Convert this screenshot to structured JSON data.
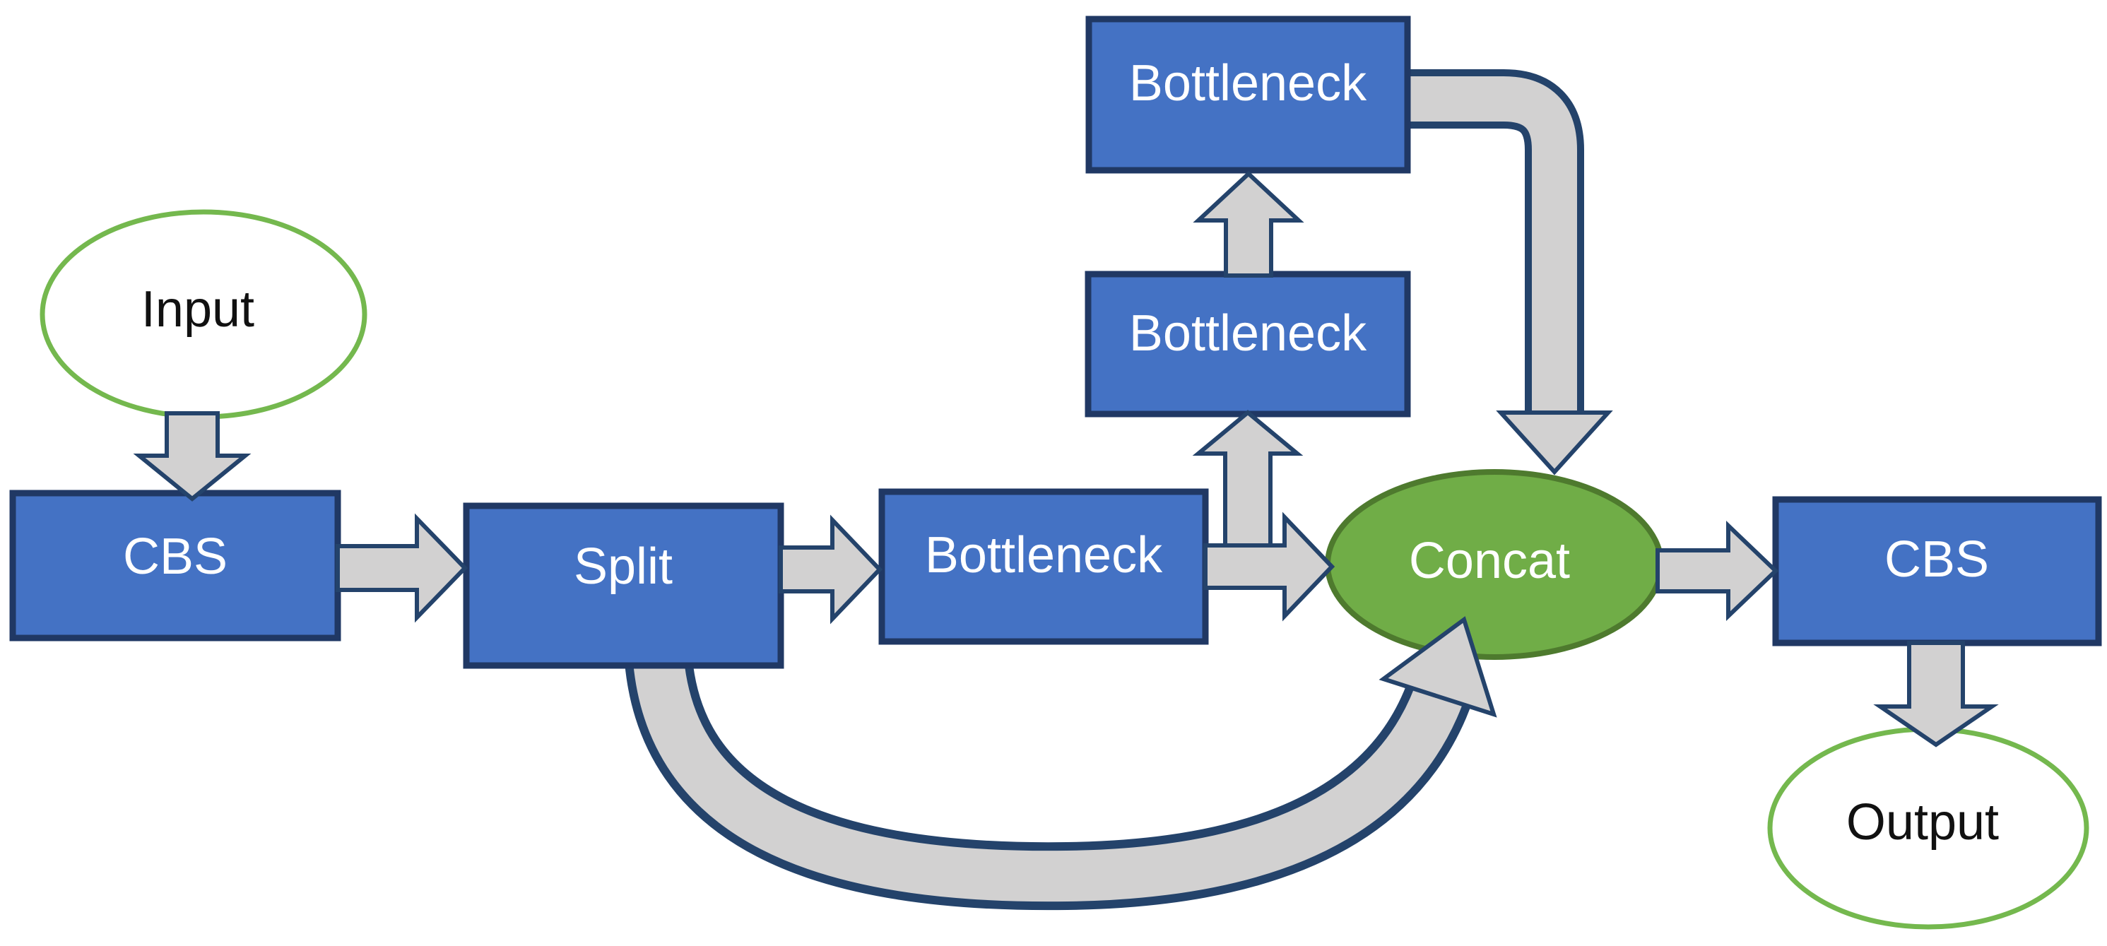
{
  "nodes": [
    {
      "id": "input",
      "label": "Input",
      "shape": "ellipse",
      "fill": "#FFFFFF",
      "border": "#74B84E"
    },
    {
      "id": "cbs-1",
      "label": "CBS",
      "shape": "rect",
      "fill": "#4472C4",
      "border": "#203864"
    },
    {
      "id": "split",
      "label": "Split",
      "shape": "rect",
      "fill": "#4472C4",
      "border": "#203864"
    },
    {
      "id": "bottleneck-main",
      "label": "Bottleneck",
      "shape": "rect",
      "fill": "#4472C4",
      "border": "#203864"
    },
    {
      "id": "bottleneck-2",
      "label": "Bottleneck",
      "shape": "rect",
      "fill": "#4472C4",
      "border": "#203864"
    },
    {
      "id": "bottleneck-top",
      "label": "Bottleneck",
      "shape": "rect",
      "fill": "#4472C4",
      "border": "#203864"
    },
    {
      "id": "concat",
      "label": "Concat",
      "shape": "ellipse",
      "fill": "#70AD47",
      "border": "#4E7A2E"
    },
    {
      "id": "cbs-2",
      "label": "CBS",
      "shape": "rect",
      "fill": "#4472C4",
      "border": "#203864"
    },
    {
      "id": "output",
      "label": "Output",
      "shape": "ellipse",
      "fill": "#FFFFFF",
      "border": "#74B84E"
    }
  ],
  "edges": [
    {
      "from": "input",
      "to": "cbs-1",
      "style": "block-arrow-down"
    },
    {
      "from": "cbs-1",
      "to": "split",
      "style": "block-arrow-right"
    },
    {
      "from": "split",
      "to": "bottleneck-main",
      "style": "block-arrow-right"
    },
    {
      "from": "split",
      "to": "concat",
      "style": "curved-band-arrow"
    },
    {
      "from": "bottleneck-main",
      "to": "concat",
      "style": "block-arrow-right"
    },
    {
      "from": "bottleneck-main",
      "to": "bottleneck-2",
      "style": "block-arrow-up"
    },
    {
      "from": "bottleneck-2",
      "to": "bottleneck-top",
      "style": "block-arrow-up"
    },
    {
      "from": "bottleneck-top",
      "to": "concat",
      "style": "elbow-band-arrow-down"
    },
    {
      "from": "concat",
      "to": "cbs-2",
      "style": "block-arrow-right"
    },
    {
      "from": "cbs-2",
      "to": "output",
      "style": "block-arrow-down"
    }
  ],
  "colors": {
    "background": "#FFFFFF",
    "node_fill": "#4472C4",
    "node_border": "#203864",
    "arrow_fill": "#D2D1D1",
    "arrow_border": "#24436B",
    "concat_fill": "#70AD47",
    "concat_border": "#4E7A2E",
    "io_fill": "#FFFFFF",
    "io_border": "#74B84E",
    "label_light": "#FFFFFF",
    "label_dark": "#111111"
  }
}
